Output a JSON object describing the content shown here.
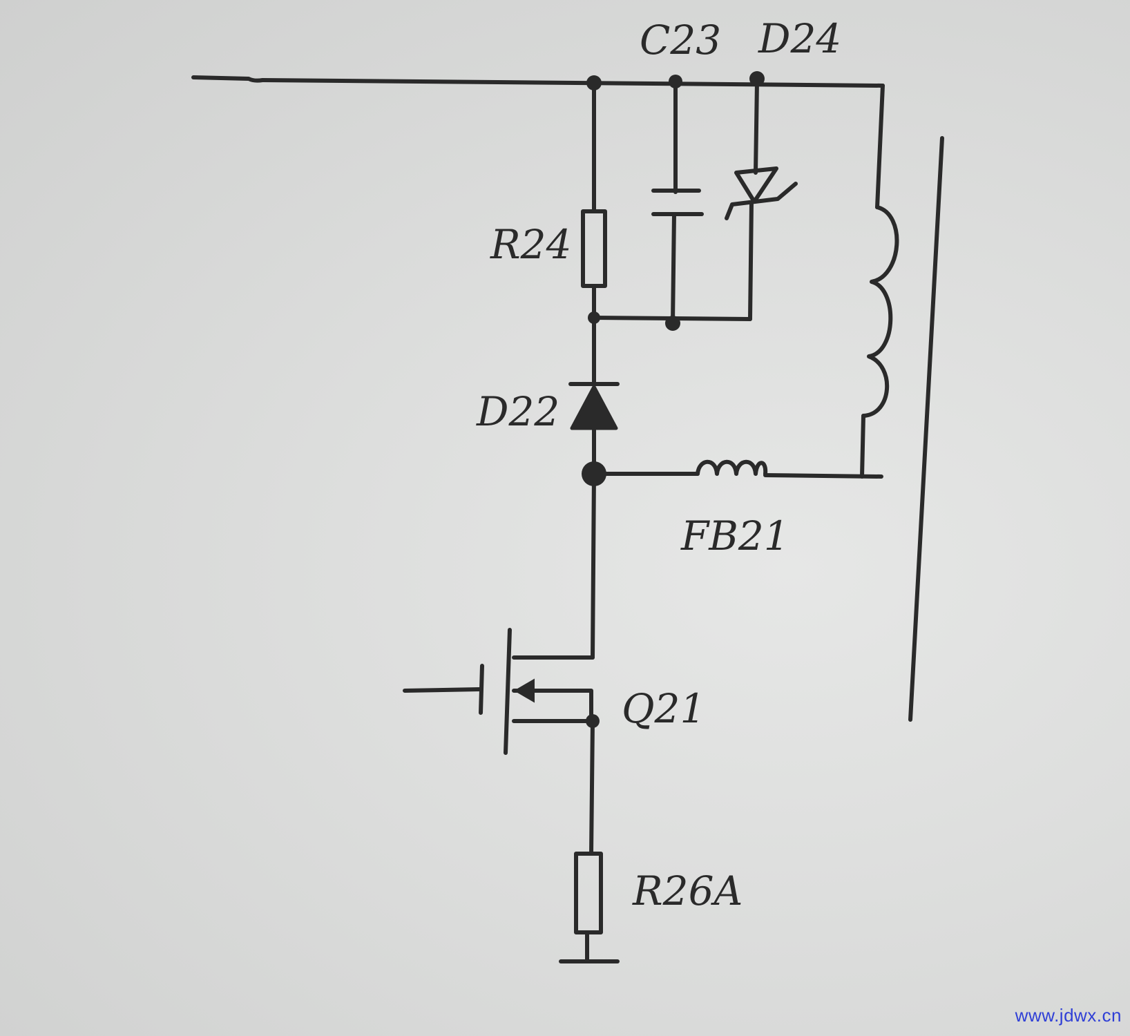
{
  "components": {
    "c23": "C23",
    "d24": "D24",
    "r24": "R24",
    "d22": "D22",
    "fb21": "FB21",
    "q21": "Q21",
    "r26a": "R26A"
  },
  "watermark": "www.jdwx.cn"
}
